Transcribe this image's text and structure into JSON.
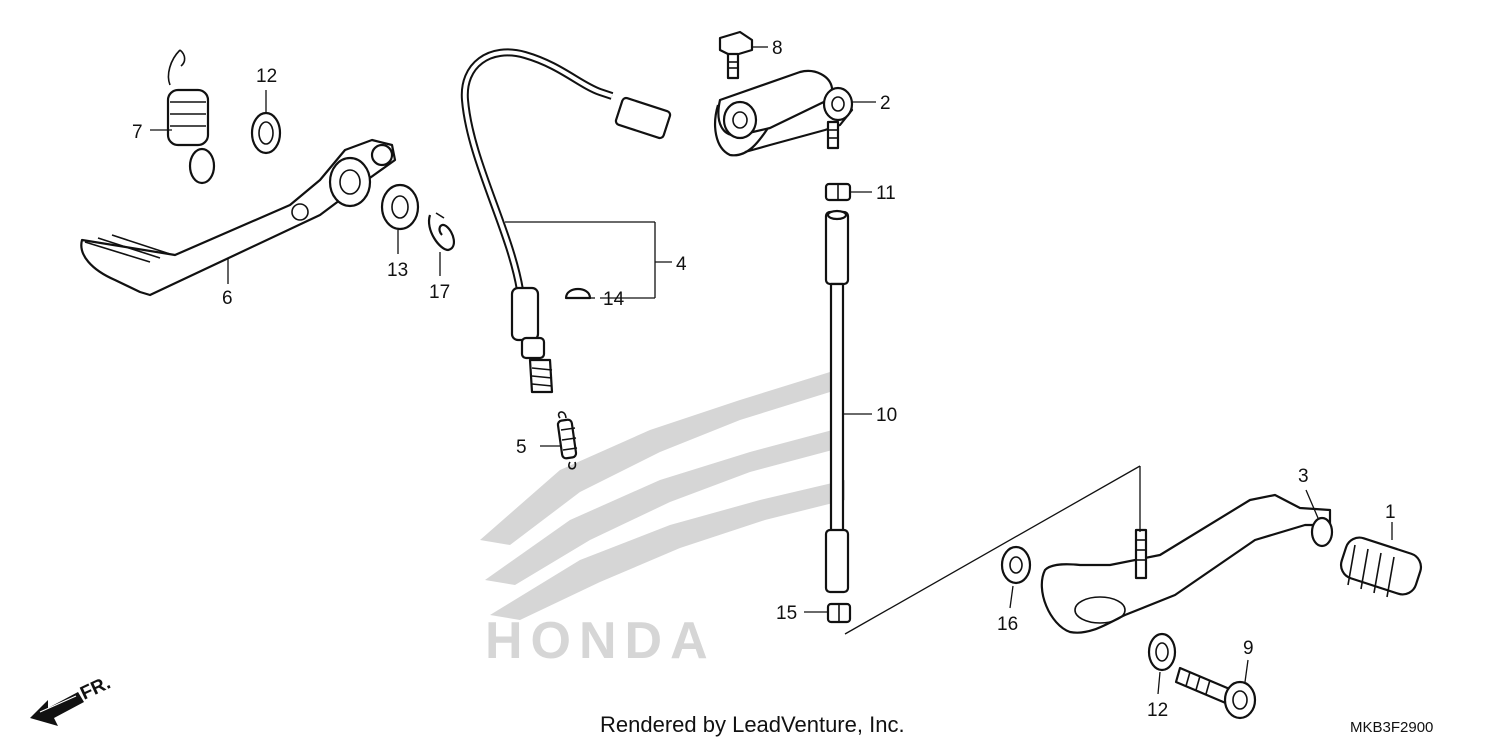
{
  "callouts": {
    "c1": "1",
    "c2": "2",
    "c3": "3",
    "c4": "4",
    "c5": "5",
    "c6": "6",
    "c7": "7",
    "c8": "8",
    "c9": "9",
    "c10": "10",
    "c11": "11",
    "c12a": "12",
    "c12b": "12",
    "c13": "13",
    "c14": "14",
    "c15": "15",
    "c16": "16",
    "c17": "17"
  },
  "watermark": "HONDA",
  "direction_label": "FR.",
  "credit": "Rendered by LeadVenture, Inc.",
  "diagram_code": "MKB3F2900"
}
